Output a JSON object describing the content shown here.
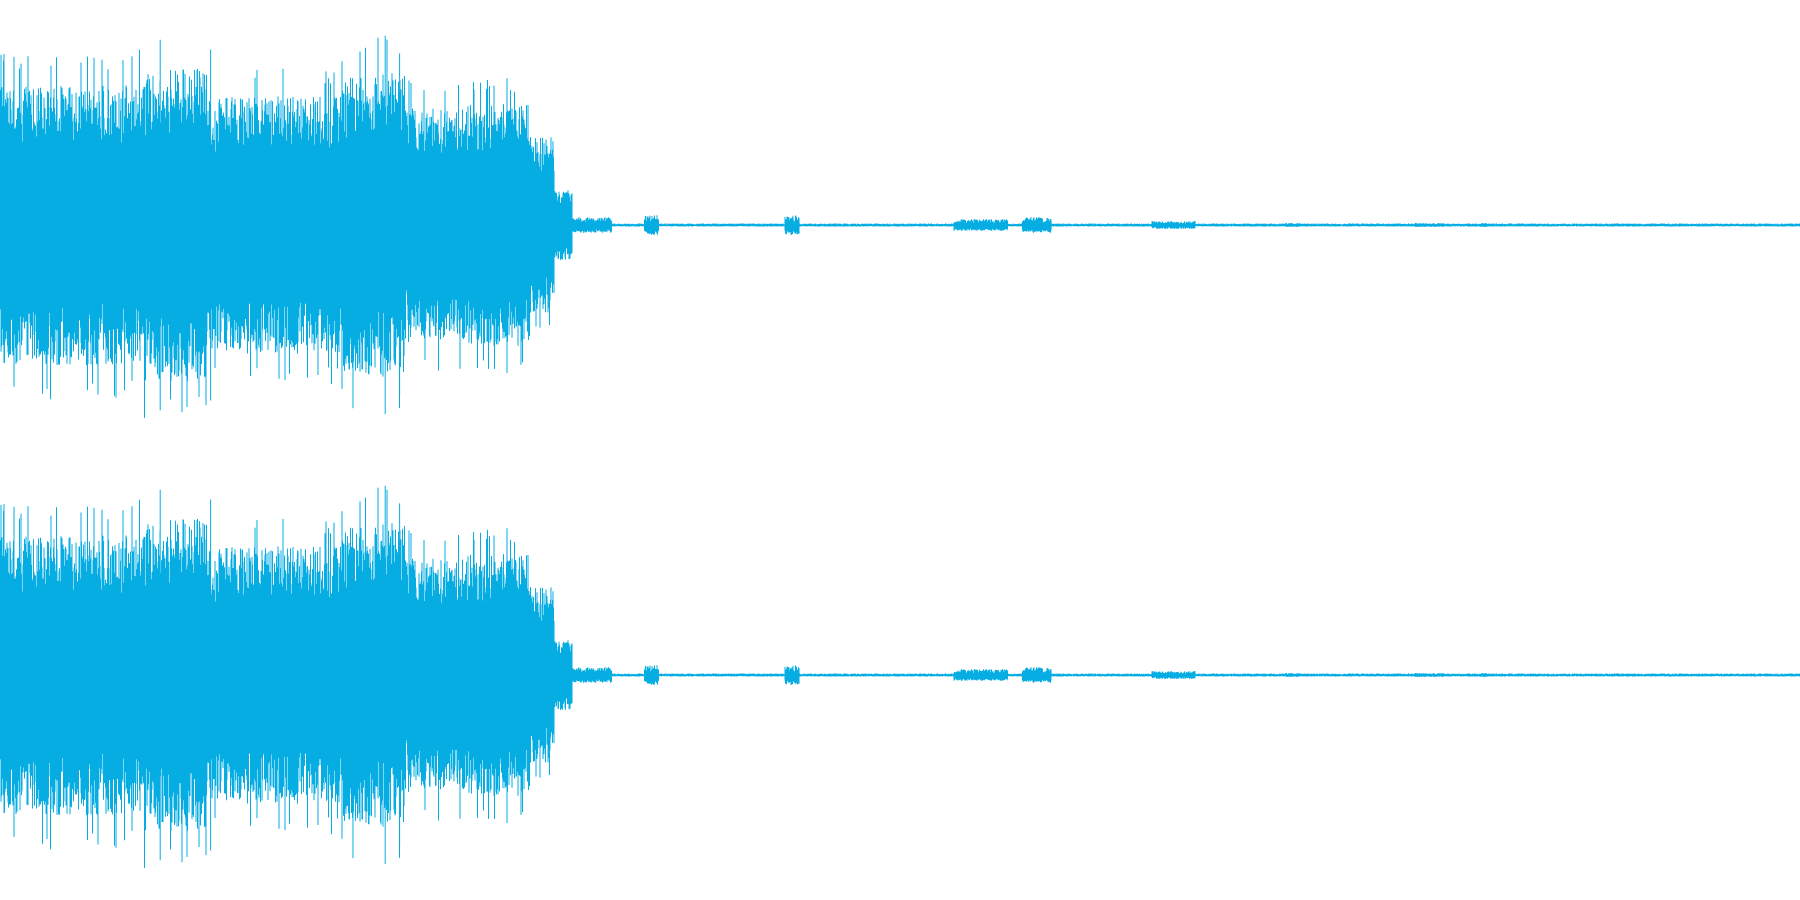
{
  "waveform": {
    "color": "#06ade3",
    "background": "#ffffff",
    "channel_count": 2,
    "envelope": {
      "description_free": true,
      "segments": [
        {
          "t0": 0.0,
          "t1": 0.08,
          "amp": 0.72
        },
        {
          "t0": 0.08,
          "t1": 0.115,
          "amp": 0.8
        },
        {
          "t0": 0.115,
          "t1": 0.19,
          "amp": 0.66
        },
        {
          "t0": 0.19,
          "t1": 0.225,
          "amp": 0.78
        },
        {
          "t0": 0.225,
          "t1": 0.26,
          "amp": 0.6
        },
        {
          "t0": 0.26,
          "t1": 0.295,
          "amp": 0.62
        },
        {
          "t0": 0.295,
          "t1": 0.308,
          "amp": 0.45
        },
        {
          "t0": 0.308,
          "t1": 0.318,
          "amp": 0.18
        },
        {
          "t0": 0.318,
          "t1": 0.34,
          "amp": 0.04
        },
        {
          "t0": 0.34,
          "t1": 1.0,
          "amp": 0.008
        }
      ],
      "spikes": [
        {
          "t": 0.089,
          "amp": 0.95
        },
        {
          "t": 0.117,
          "amp": 0.9
        },
        {
          "t": 0.214,
          "amp": 0.97
        },
        {
          "t": 0.19,
          "amp": 0.84
        },
        {
          "t": 0.222,
          "amp": 0.88
        }
      ],
      "bursts": [
        {
          "t0": 0.358,
          "t1": 0.366,
          "amp": 0.05
        },
        {
          "t0": 0.436,
          "t1": 0.444,
          "amp": 0.05
        },
        {
          "t0": 0.53,
          "t1": 0.56,
          "amp": 0.03
        },
        {
          "t0": 0.568,
          "t1": 0.584,
          "amp": 0.04
        },
        {
          "t0": 0.64,
          "t1": 0.664,
          "amp": 0.02
        },
        {
          "t0": 0.714,
          "t1": 0.722,
          "amp": 0.01
        },
        {
          "t0": 0.786,
          "t1": 0.802,
          "amp": 0.01
        },
        {
          "t0": 0.822,
          "t1": 0.826,
          "amp": 0.01
        }
      ]
    }
  }
}
